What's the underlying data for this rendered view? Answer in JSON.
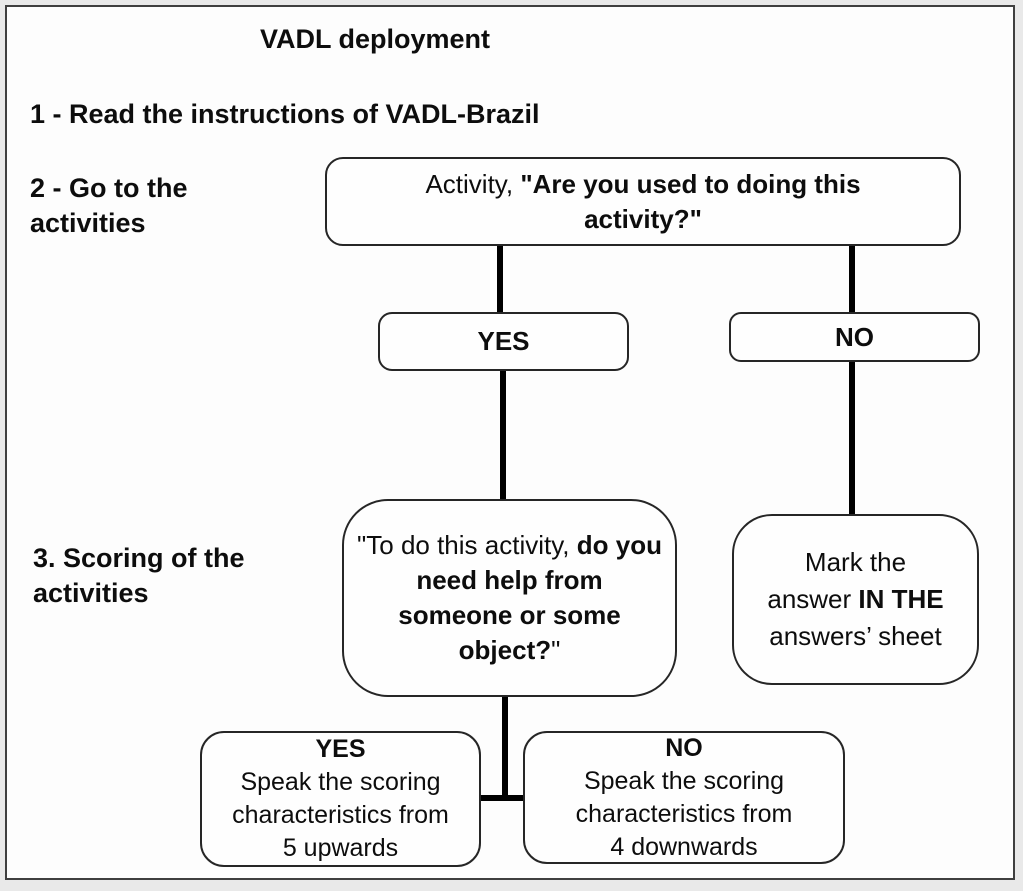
{
  "title": "VADL deployment",
  "steps": {
    "step1": "1 - Read the instructions of VADL-Brazil",
    "step2": "2 - Go to the activities",
    "step3": "3. Scoring of the activities"
  },
  "flow": {
    "activity_box": {
      "prefix": "Activity, ",
      "question_bold": "\"Are you used to doing this activity?\""
    },
    "yes_branch": "YES",
    "no_branch": "NO",
    "help_box": {
      "prefix": "\"To do this activity, ",
      "question_bold": "do you need help from someone or some object?",
      "suffix": "\""
    },
    "mark_box": {
      "line1": "Mark the",
      "line2_prefix": "answer ",
      "line2_bold": "IN THE",
      "line3": "answers’ sheet"
    },
    "yes_outcome": {
      "heading": "YES",
      "lines": [
        "Speak the scoring",
        "characteristics from",
        "5 upwards"
      ]
    },
    "no_outcome": {
      "heading": "NO",
      "lines": [
        "Speak the scoring",
        "characteristics from",
        "4 downwards"
      ]
    }
  },
  "colors": {
    "box_border": "#262626",
    "connector_line": "#000000",
    "frame_border": "#3f3f3f",
    "canvas_background": "#fdfdfd",
    "outer_background": "#e9e9e9",
    "text": "#0d0d0d"
  }
}
